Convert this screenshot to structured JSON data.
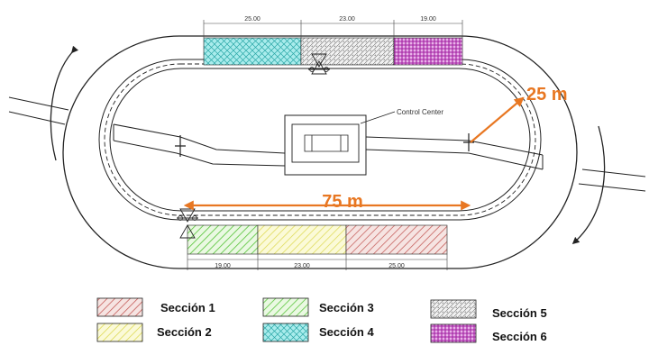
{
  "dimensions": {
    "top": [
      "25.00",
      "23.00",
      "19.00"
    ],
    "bottom": [
      "19.00",
      "23.00",
      "25.00"
    ]
  },
  "labels": {
    "control_center": "Control Center",
    "radius": "25 m",
    "length": "75 m"
  },
  "legend": [
    {
      "label": "Sección 1",
      "pattern": "hatch-red"
    },
    {
      "label": "Sección 2",
      "pattern": "hatch-yellow"
    },
    {
      "label": "Sección 3",
      "pattern": "hatch-green"
    },
    {
      "label": "Sección 4",
      "pattern": "cross-cyan"
    },
    {
      "label": "Sección 5",
      "pattern": "dots-gray"
    },
    {
      "label": "Sección 6",
      "pattern": "grid-magenta"
    }
  ],
  "colors": {
    "accent": "#e87722",
    "line": "#222222",
    "section1": "#c0504d",
    "section2": "#e6e36a",
    "section3": "#6fcf4f",
    "section4": "#35c6c6",
    "section5": "#8a8a8a",
    "section6": "#c43bc4"
  }
}
